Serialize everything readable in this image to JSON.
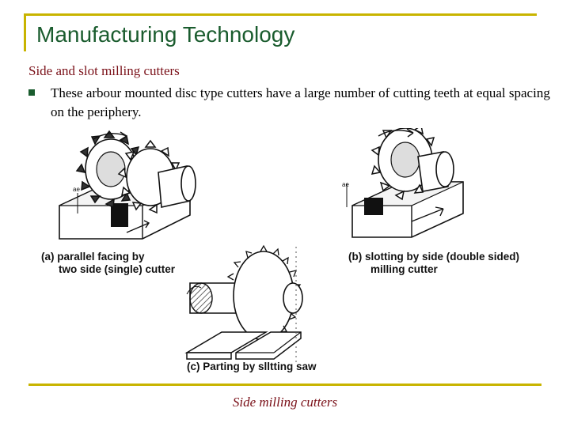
{
  "slide": {
    "title": "Manufacturing Technology",
    "subheading": "Side and slot milling cutters",
    "bullet": "These arbour mounted disc type cutters have a large number of cutting teeth at equal spacing on the periphery.",
    "figure": {
      "caption_a_line1": "(a) parallel facing by",
      "caption_a_line2": "two side (single) cutter",
      "caption_b_line1": "(b) slotting by side (double sided)",
      "caption_b_line2": "milling cutter",
      "caption_c": "(c) Parting by slltting saw"
    },
    "footer_caption": "Side milling cutters"
  }
}
